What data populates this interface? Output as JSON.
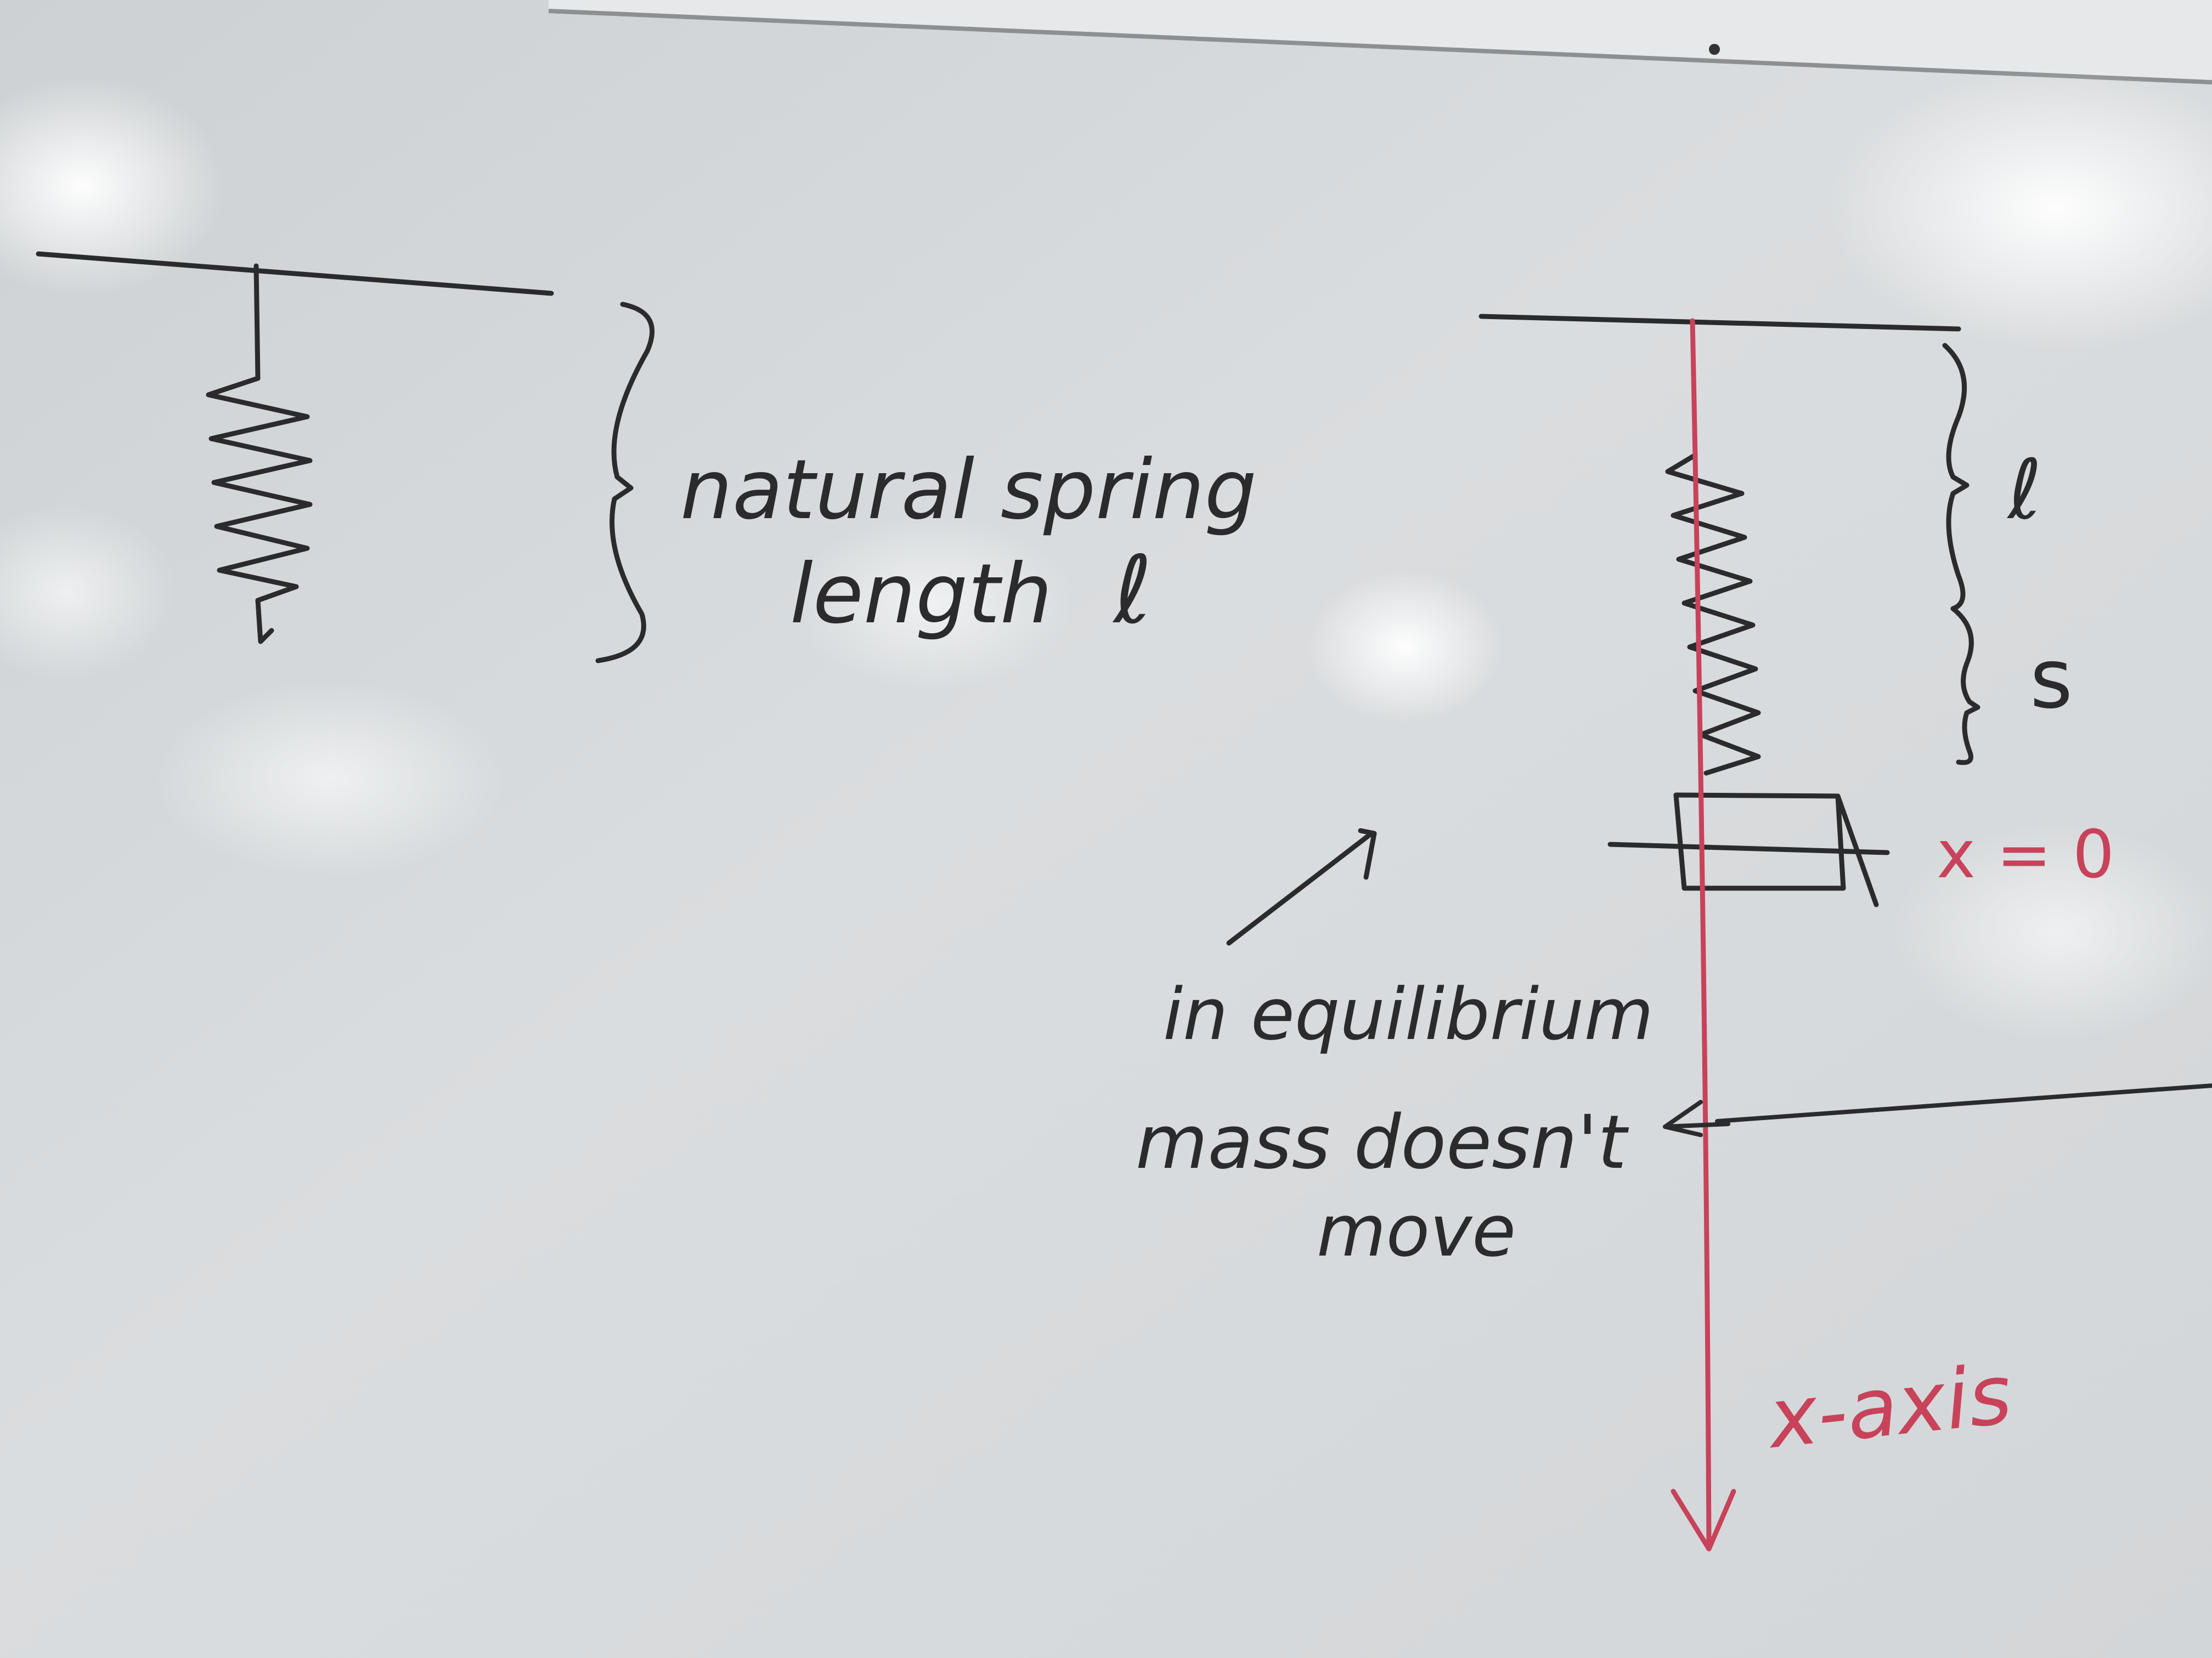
{
  "left_diagram": {
    "label_line1": "natural spring",
    "label_line2": "length",
    "label_symbol": "ℓ"
  },
  "right_diagram": {
    "label_l": "ℓ",
    "label_s": "s",
    "equilibrium_label": "x = 0",
    "axis_label": "x-axis"
  },
  "annotations": {
    "line1": "in equilibrium",
    "line2": "mass doesn't",
    "line3": "move"
  },
  "colors": {
    "board": "#d6d9db",
    "black_marker": "#2b2b2d",
    "red_marker": "#c8425a"
  }
}
